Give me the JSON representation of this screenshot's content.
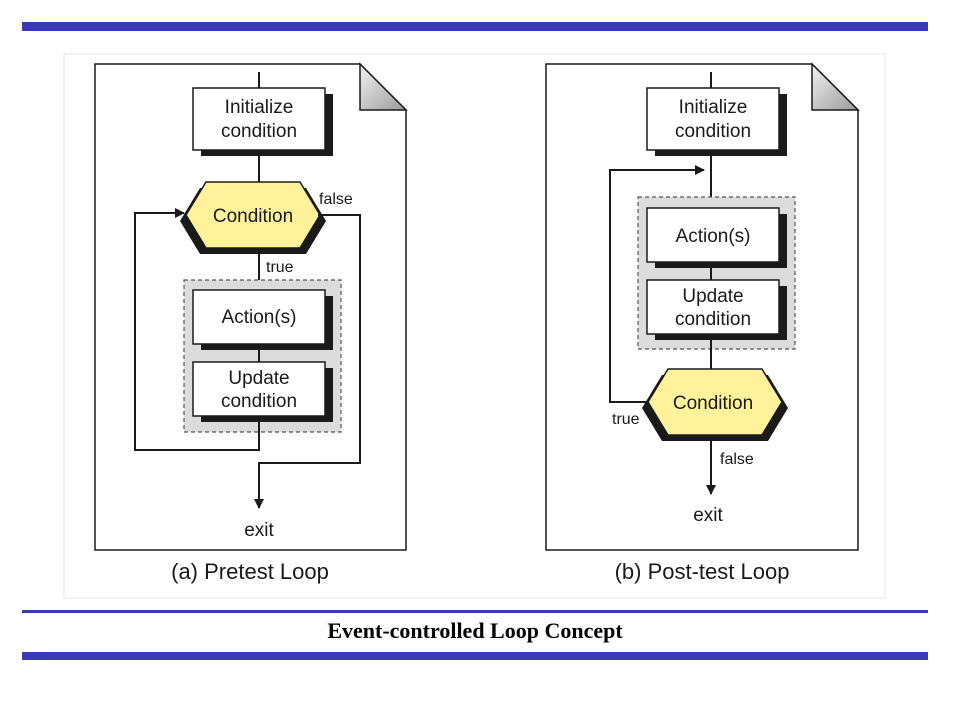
{
  "slide": {
    "title": "Event-controlled Loop Concept",
    "accent_color": "#3a3ab8"
  },
  "panels": {
    "pretest": {
      "caption": "(a) Pretest Loop",
      "init_label": [
        "Initialize",
        "condition"
      ],
      "condition_label": "Condition",
      "action_label": "Action(s)",
      "update_label": [
        "Update",
        "condition"
      ],
      "true_label": "true",
      "false_label": "false",
      "exit_label": "exit"
    },
    "posttest": {
      "caption": "(b) Post-test Loop",
      "init_label": [
        "Initialize",
        "condition"
      ],
      "condition_label": "Condition",
      "action_label": "Action(s)",
      "update_label": [
        "Update",
        "condition"
      ],
      "true_label": "true",
      "false_label": "false",
      "exit_label": "exit"
    }
  },
  "colors": {
    "condition_fill": "#fff29a",
    "dashed_group_fill": "#dcdcdc",
    "box_shadow": "#1a1a1a"
  }
}
